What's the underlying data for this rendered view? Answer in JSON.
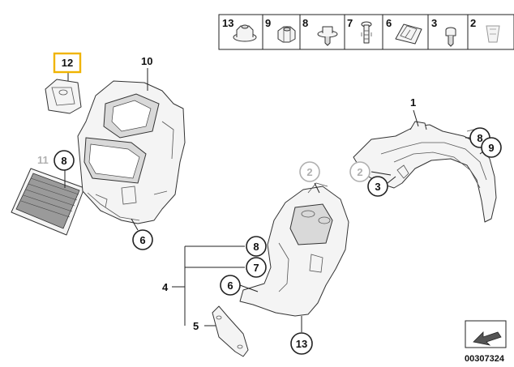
{
  "fastener_strip": [
    {
      "label": "13",
      "icon": "flange-nut-icon"
    },
    {
      "label": "9",
      "icon": "hex-nut-icon"
    },
    {
      "label": "8",
      "icon": "washer-screw-icon"
    },
    {
      "label": "7",
      "icon": "expanding-rivet-icon"
    },
    {
      "label": "6",
      "icon": "spring-clip-icon"
    },
    {
      "label": "3",
      "icon": "screw-icon"
    },
    {
      "label": "2",
      "icon": "plastic-nut-icon",
      "inactive": true
    }
  ],
  "callouts": {
    "c12": "12",
    "c10": "10",
    "c11": "11",
    "c8a": "8",
    "c6a": "6",
    "c1": "1",
    "c8b": "8",
    "c9": "9",
    "c2a": "2",
    "c3": "3",
    "c2b": "2",
    "c8c": "8",
    "c7": "7",
    "c4": "4",
    "c6b": "6",
    "c5": "5",
    "c13": "13"
  },
  "highlight_color": "#f0b400",
  "inactive_color": "#b0b0b0",
  "diagram_id": "00307324",
  "nav_icon": "arrow-icon"
}
